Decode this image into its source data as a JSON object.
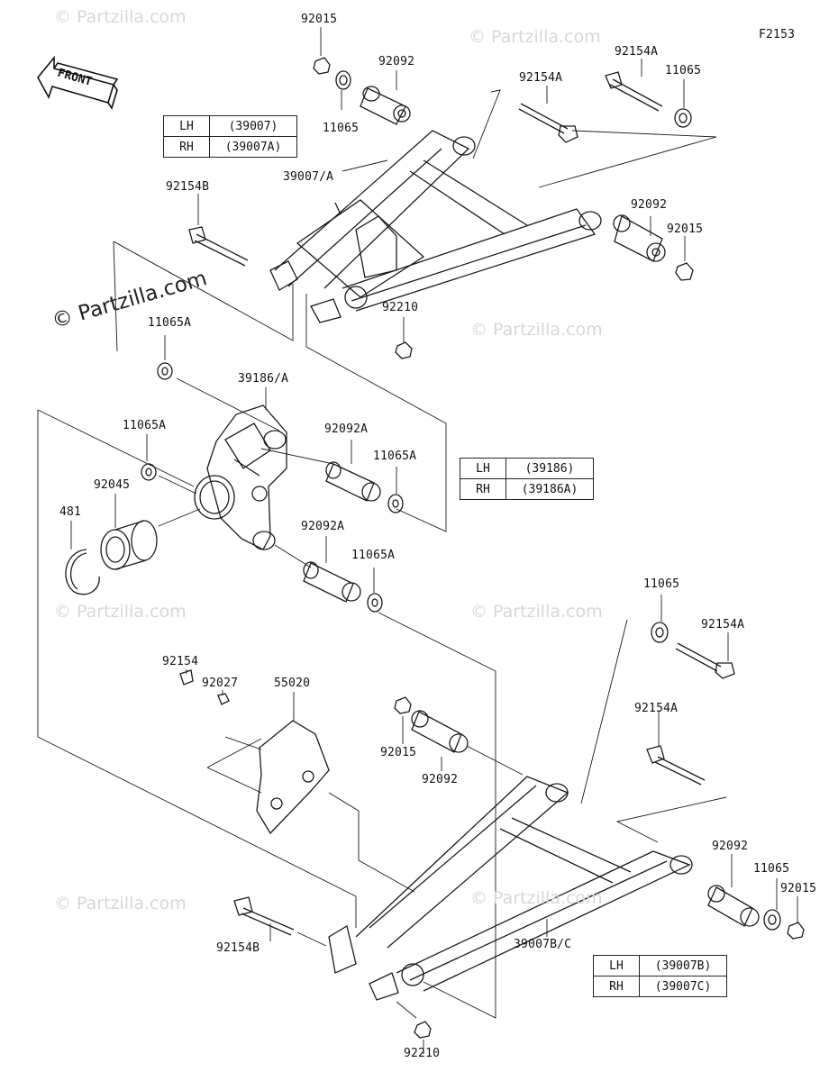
{
  "code": "F2153",
  "watermark": "© Partzilla.com",
  "front_label": "FRONT",
  "tables": [
    {
      "rows": [
        {
          "side": "LH",
          "part": "(39007)"
        },
        {
          "side": "RH",
          "part": "(39007A)"
        }
      ]
    },
    {
      "rows": [
        {
          "side": "LH",
          "part": "(39186)"
        },
        {
          "side": "RH",
          "part": "(39186A)"
        }
      ]
    },
    {
      "rows": [
        {
          "side": "LH",
          "part": "(39007B)"
        },
        {
          "side": "RH",
          "part": "(39007C)"
        }
      ]
    }
  ],
  "labels": {
    "l1": "92015",
    "l2": "92092",
    "l3": "11065",
    "l4": "92154A",
    "l5": "92154A",
    "l6": "11065",
    "l7": "39007/A",
    "l8": "92154B",
    "l9": "92092",
    "l10": "92015",
    "l11": "92210",
    "l12": "11065A",
    "l13": "39186/A",
    "l14": "92092A",
    "l15": "11065A",
    "l16": "11065A",
    "l17": "92045",
    "l18": "481",
    "l19": "92092A",
    "l20": "11065A",
    "l21": "11065",
    "l22": "92154A",
    "l23": "92154",
    "l24": "92027",
    "l25": "55020",
    "l26": "92015",
    "l27": "92092",
    "l28": "92154A",
    "l29": "92092",
    "l30": "11065",
    "l31": "92015",
    "l32": "39007B/C",
    "l33": "92154B",
    "l34": "92210"
  }
}
